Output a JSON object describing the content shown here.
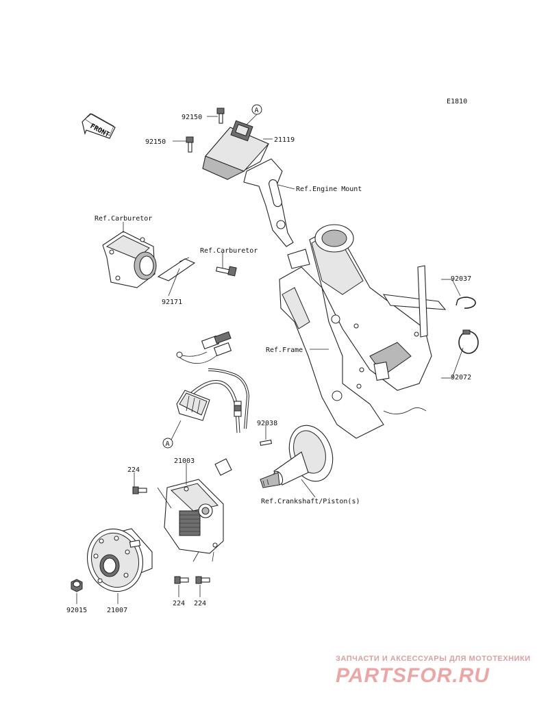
{
  "diagram_code": "E1810",
  "front_badge": "FRONT",
  "callout_a": "A",
  "labels": {
    "bolt_92150_top": "92150",
    "bolt_92150_left": "92150",
    "cdi_21119": "21119",
    "ref_engine_mount": "Ref.Engine Mount",
    "ref_carburetor_top": "Ref.Carburetor",
    "ref_carburetor_right": "Ref.Carburetor",
    "band_92171": "92171",
    "clip_92037": "92037",
    "ref_frame": "Ref.Frame",
    "band_92072": "92072",
    "key_92038": "92038",
    "stator_21003": "21003",
    "screw_224_left": "224",
    "ref_crankshaft": "Ref.Crankshaft/Piston(s)",
    "nut_92015": "92015",
    "flywheel_21007": "21007",
    "screw_224_bottom_left": "224",
    "screw_224_bottom_right": "224"
  },
  "watermark": {
    "tagline": "ЗАПЧАСТИ И АКСЕССУАРЫ ДЛЯ МОТОТЕХНИКИ",
    "brand": "PARTSFOR.RU"
  }
}
